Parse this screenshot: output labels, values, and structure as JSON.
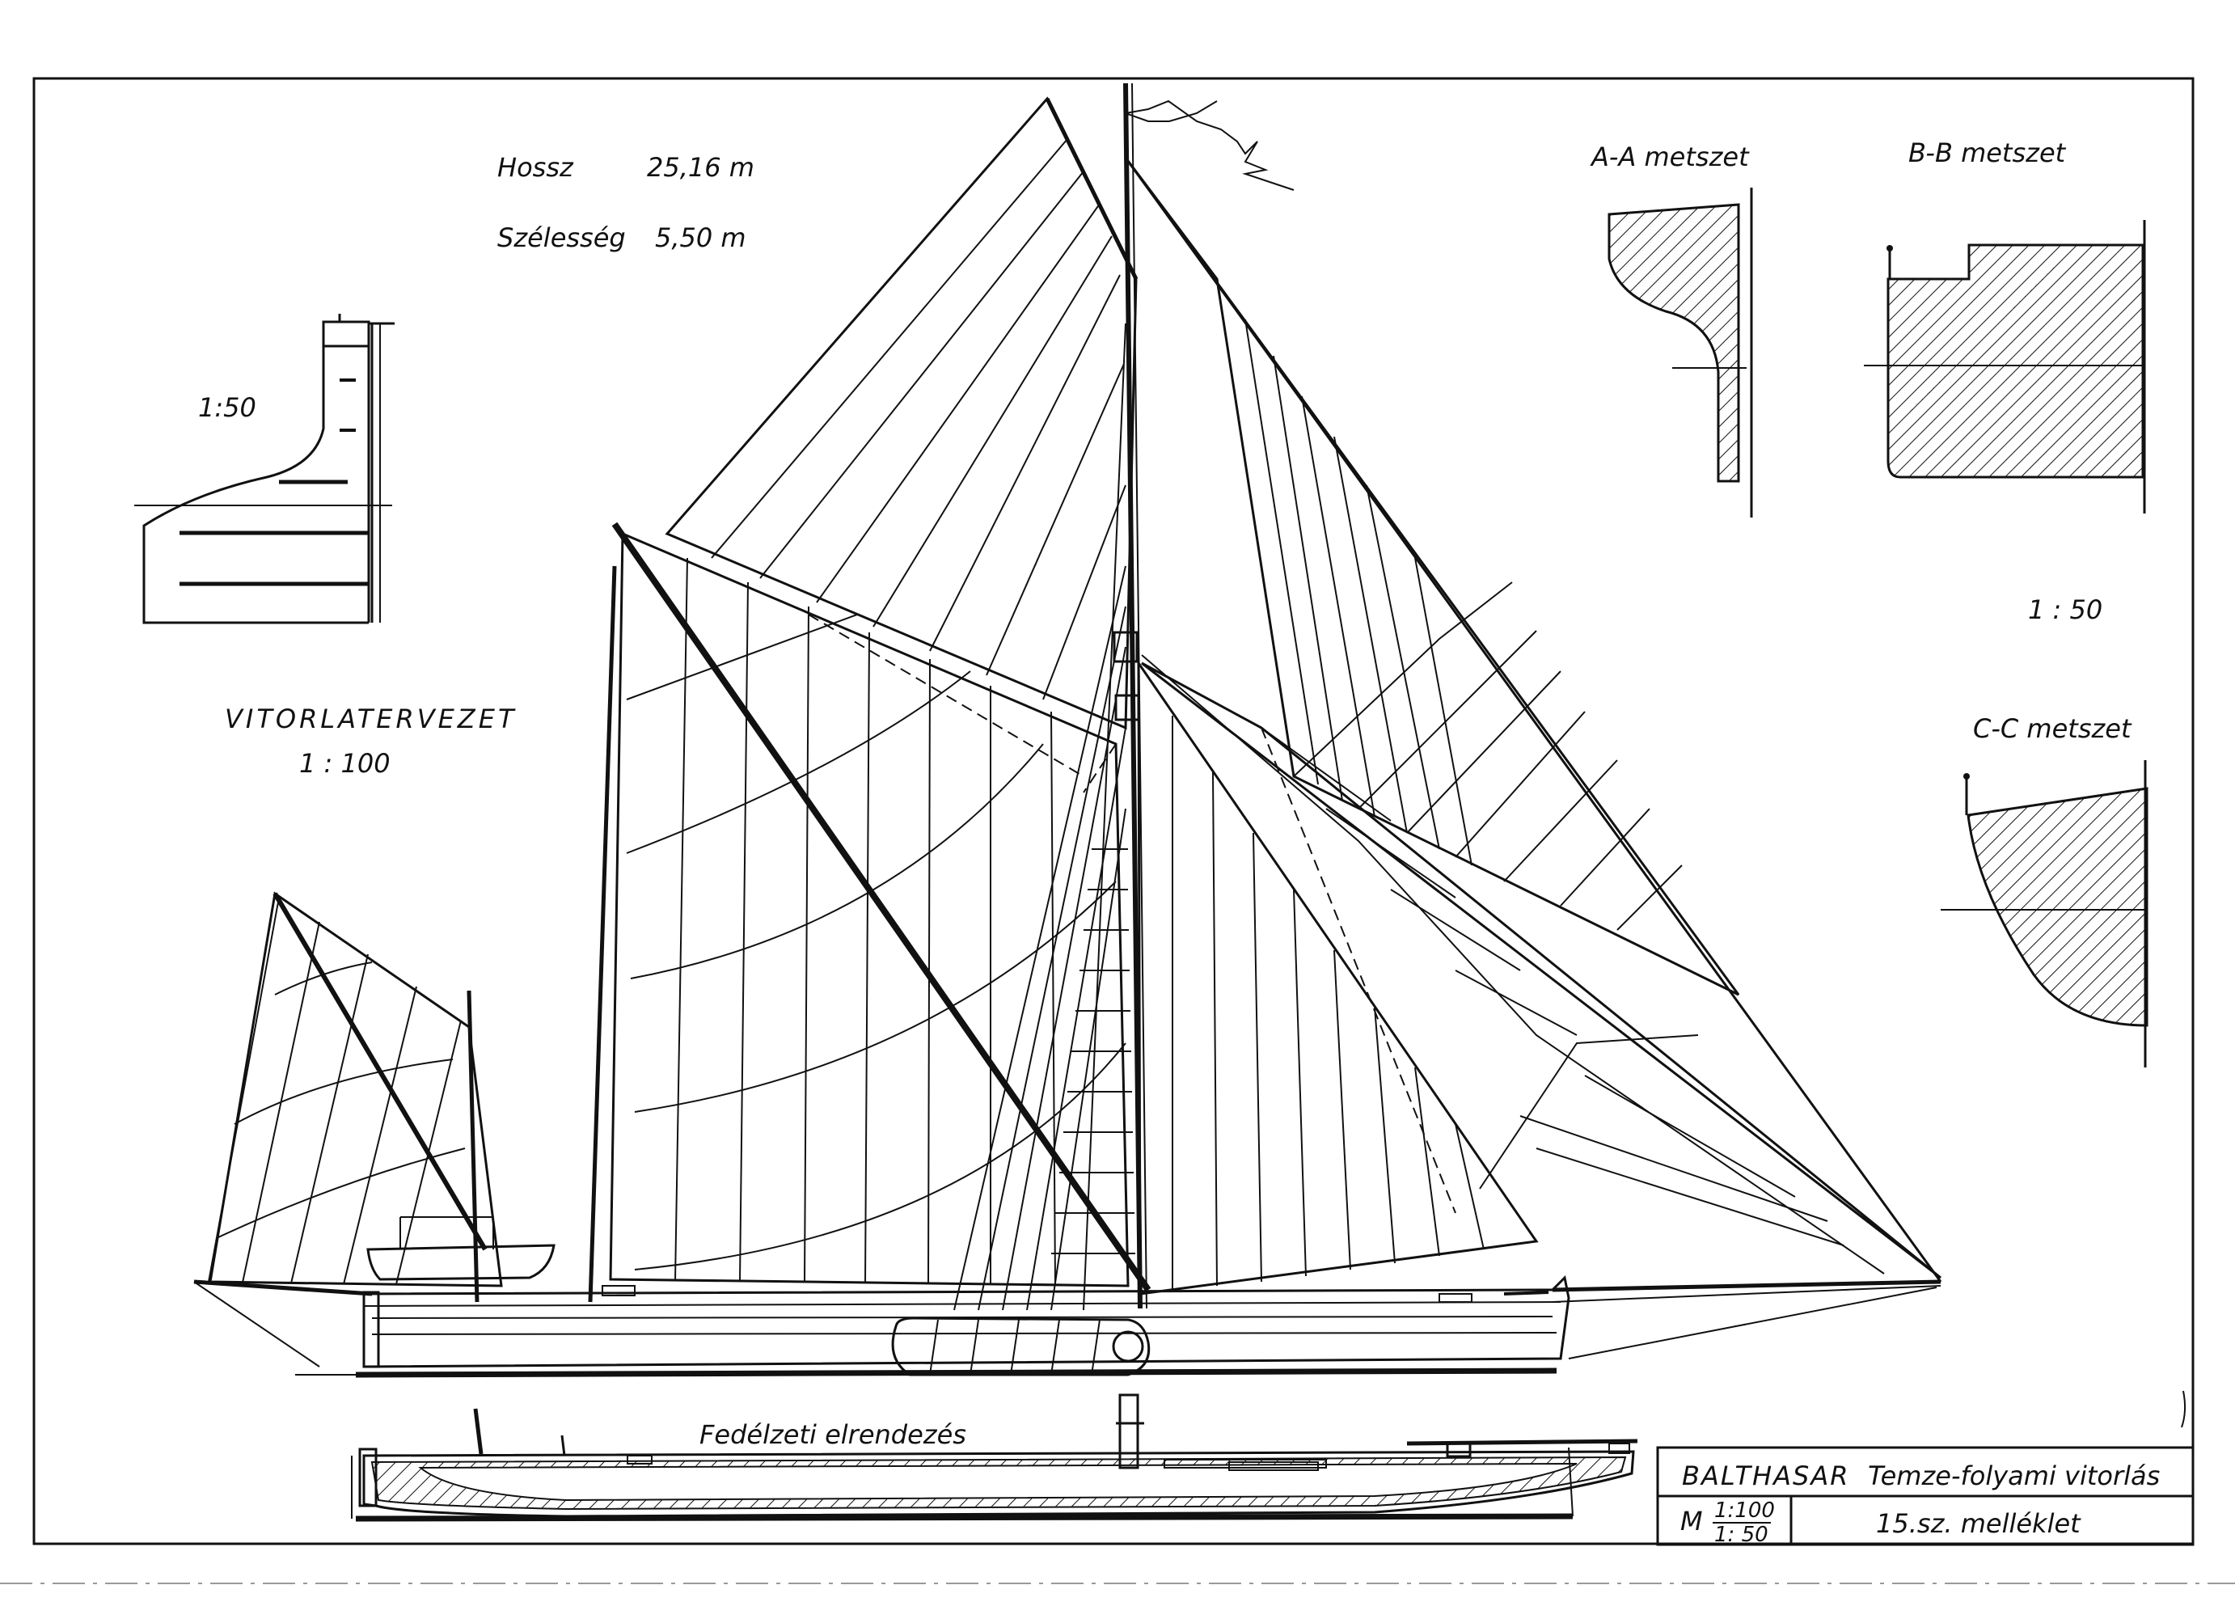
{
  "specs": {
    "length_label": "Hossz",
    "length_value": "25,16 m",
    "width_label": "Szélesség",
    "width_value": "5,50 m"
  },
  "detail": {
    "scale": "1:50"
  },
  "sail_plan": {
    "title": "VITORLATERVEZET",
    "scale": "1 : 100"
  },
  "sections": {
    "aa": "A-A metszet",
    "bb": "B-B metszet",
    "cc": "C-C metszet",
    "scale": "1 : 50"
  },
  "deck": {
    "title": "Fedélzeti elrendezés"
  },
  "title_block": {
    "name": "BALTHASAR",
    "type": "Temze-folyami vitorlás",
    "m": "M",
    "scale1": "1:100",
    "scale2": "1: 50",
    "appendix": "15.sz. melléklet"
  },
  "colors": {
    "ink": "#111111",
    "paper": "#ffffff"
  }
}
